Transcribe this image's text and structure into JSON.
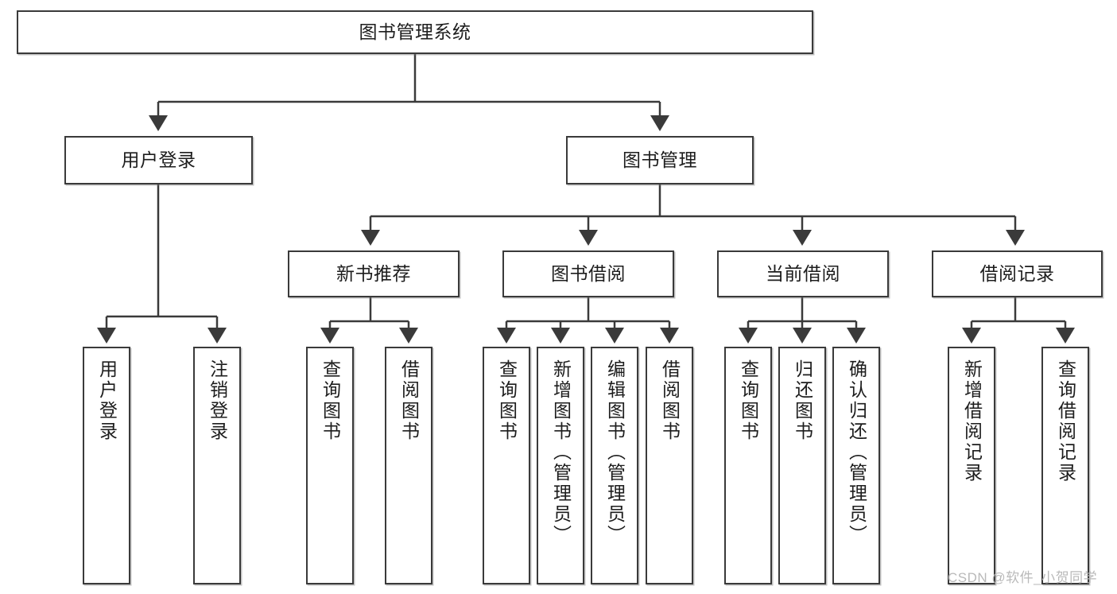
{
  "diagram": {
    "type": "tree-hierarchy-chart",
    "title": "图书管理系统",
    "root": {
      "id": "root",
      "label": "图书管理系统",
      "orientation": "horizontal"
    },
    "level2": [
      {
        "id": "user-login",
        "label": "用户登录",
        "orientation": "horizontal"
      },
      {
        "id": "book-management",
        "label": "图书管理",
        "orientation": "horizontal"
      }
    ],
    "level3": [
      {
        "id": "new-book-recommend",
        "label": "新书推荐",
        "orientation": "horizontal",
        "parent": "book-management"
      },
      {
        "id": "book-borrow",
        "label": "图书借阅",
        "orientation": "horizontal",
        "parent": "book-management"
      },
      {
        "id": "current-borrow",
        "label": "当前借阅",
        "orientation": "horizontal",
        "parent": "book-management"
      },
      {
        "id": "borrow-record",
        "label": "借阅记录",
        "orientation": "horizontal",
        "parent": "book-management"
      }
    ],
    "leaves": [
      {
        "id": "leaf-user-login",
        "label": "用户登录",
        "orientation": "vertical",
        "parent": "user-login"
      },
      {
        "id": "leaf-user-logout",
        "label": "注销登录",
        "orientation": "vertical",
        "parent": "user-login"
      },
      {
        "id": "leaf-query-book-1",
        "label": "查询图书",
        "orientation": "vertical",
        "parent": "new-book-recommend"
      },
      {
        "id": "leaf-borrow-book-1",
        "label": "借阅图书",
        "orientation": "vertical",
        "parent": "new-book-recommend"
      },
      {
        "id": "leaf-query-book-2",
        "label": "查询图书",
        "orientation": "vertical",
        "parent": "book-borrow"
      },
      {
        "id": "leaf-add-book",
        "label": "新增图书（管理员）",
        "orientation": "vertical",
        "parent": "book-borrow"
      },
      {
        "id": "leaf-edit-book",
        "label": "编辑图书（管理员）",
        "orientation": "vertical",
        "parent": "book-borrow"
      },
      {
        "id": "leaf-borrow-book-2",
        "label": "借阅图书",
        "orientation": "vertical",
        "parent": "book-borrow"
      },
      {
        "id": "leaf-query-book-3",
        "label": "查询图书",
        "orientation": "vertical",
        "parent": "current-borrow"
      },
      {
        "id": "leaf-return-book",
        "label": "归还图书",
        "orientation": "vertical",
        "parent": "current-borrow"
      },
      {
        "id": "leaf-confirm-return",
        "label": "确认归还（管理员）",
        "orientation": "vertical",
        "parent": "current-borrow"
      },
      {
        "id": "leaf-add-record",
        "label": "新增借阅记录",
        "orientation": "vertical",
        "parent": "borrow-record"
      },
      {
        "id": "leaf-query-record",
        "label": "查询借阅记录",
        "orientation": "vertical",
        "parent": "borrow-record"
      }
    ],
    "watermark": "CSDN @软件_小贺同学",
    "colors": {
      "border": "#3a3a3a",
      "text": "#1d1d1d",
      "background": "#ffffff",
      "watermark": "#b9b9b9"
    }
  }
}
